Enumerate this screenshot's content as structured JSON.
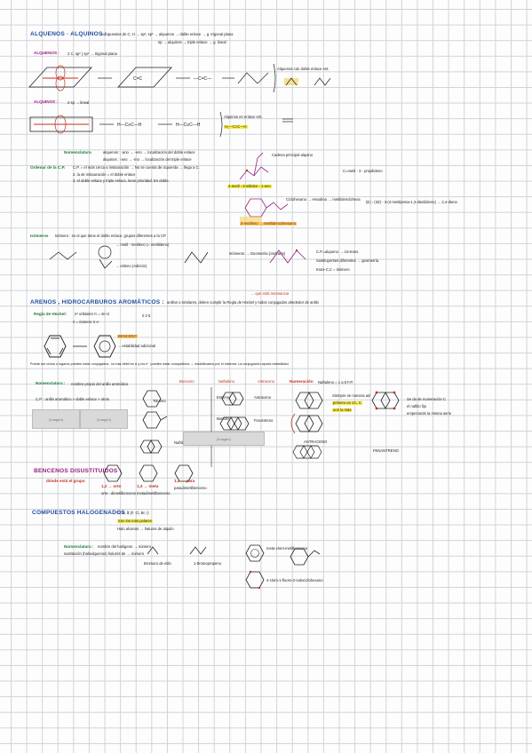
{
  "sections": {
    "alkenes_alkynes": {
      "heading": "ALQUENOS · ALQUINOS :",
      "subtitle": "compuestos de C, H → sp², sp³ → alquenos → doble enlace → g. trigonal plana",
      "subtitle_line2": "sp → alquinos → triple enlace → g. lineal",
      "alkenes_label": "ALQUENOS :",
      "alkenes_note": "2 C, sp² { sp² → trigonal plana",
      "alkenes_bracket": "Alquenos con doble enlace ent.",
      "alkynes_label": "ALQUINOS :",
      "alkynes_note": "2 sp → lineal",
      "alkynes_bracket": "Alquinos en enlace ent.",
      "nomenclature_label": "Nomenclatura",
      "nomenclature_line1": "alquenos : -ano → -eno → localización del doble enlace",
      "nomenclature_line2": "alquinos : -ano → -ino → localización del triple enlace",
      "order_label": "Ordenar de la C.P.",
      "order_text": "C.P. = el más cerca a instauración → No se cuenta de izquierda → llega a C.",
      "order_line2": "2. la de instauración = el doble enlace",
      "order_line3": "3. el doble enlace y triple enlace, tiene prioridad. En doble.",
      "principal_chain": "Cadena principal alquino",
      "propylidene": "C=metil - 3 - propilideno",
      "highlight1": "4-metil - 3-etiliden - 1-eno",
      "bracket_chain": "Ciclohexano → Hexalina → metilidenclohexa",
      "poly": "(E) - (3Z) - 3-(4-metilpenta-1,3-dienilideno) → 2,4-dieno",
      "highlight2": "d-metileno → metilidenclohexano",
      "isomer_label": "Isómeros",
      "isomer_text": "Isómero : es el que tiene el doble enlace, grupos diferentes a la CP.",
      "isomer_a": "→ metil - metileno (= metilideno)",
      "isomer_b": "→ etileno (Adición)",
      "isomer_c": "Isómeros → Geometría (cis/trans)",
      "isomer_d": "C.P.=alqueno → cis-trans",
      "isomer_e": "Sustituyentes diferentes → geometría",
      "isomer_f": "trans-C,C = isómero"
    },
    "aromatics": {
      "heading": "ARENOS , HIDROCARBUROS AROMÁTICOS :",
      "subtitle": "anillos o similares, deben cumplir la Regla de Hückel y todos conjugados alrededor de anillo",
      "note": "→ que está resonancia",
      "huckel_label": "Regla de Hückel:",
      "huckel_text": "nº orbitales π = 4n+2",
      "huckel_n": "n = número π e⁻",
      "huckel_values": "0   2   6",
      "benzene": "BENCENO",
      "benzene_note": "→ estabilidad adicional",
      "resonance_text": "Puede ser ciclos o lugares pueden estar conjugados : la más débil es π y los e⁻ pueden estar compartidos → estabilizados por el sistema. La conjugación aporta estabilidad",
      "nomenclature_label": "Nomenclatura :",
      "nomenclature_text": "nombre propio del anillo aromático",
      "cp_text": "C.P. : anillo aromático > doble enlace > otros",
      "benzene_col": "Benceno",
      "toluene": "Tolueno",
      "naphthalene_col": "Naftaleno",
      "anthracene_col": "Antraceno",
      "phenanthrene": "Fenantreno",
      "styrene": "Estireno",
      "anthracene": "Antraceno",
      "benzyl": "Bencilo",
      "naphthyl": "Naftilo",
      "numbering_label": "Numeración",
      "numbering_text": "Naftaleno = 1 a 8 F.P.",
      "priority_note": "Siempre se numera así",
      "priority_2": "primero en 1C, C",
      "priority_3": "unir la más",
      "right_note": "Se da de numeración C",
      "right_note2": "el naftilo fijo",
      "right_note3": "empezando la misma serie",
      "anthracene_label": "ANTRACENO",
      "phenanthrene_label": "FENANTRENO",
      "image_placeholder": "[imagen]"
    },
    "disubstituted": {
      "heading": "BENCENOS DISUSTITUIDOS :",
      "note": "dónde está el grupo",
      "ortho": "1,2 → orto",
      "ortho_sub": "orto - dimetilbenceno",
      "meta": "1,3 → meta",
      "meta_sub": "metadimetilbenceno",
      "para": "1,4 → para",
      "para_sub": "paradimetilbenceno"
    },
    "halides": {
      "heading": "COMPUESTOS HALOGENADOS :",
      "line1": "C, H, X (F, Cl, Br, I)",
      "line2": "Son los más polares",
      "line3": "Halo alcanos → haluros de alquilo",
      "nomenclature_label": "Nomenclatura :",
      "nomenclature_text": "nombre del halógeno → número",
      "nomenclature_text2": "sustitución (haloalquenos) halurós de → número",
      "bromo": "Bromuro de etilo",
      "bromo2": "1-bromopropeno",
      "name1": "meta-cloro-metilbenceno",
      "name2": "4-cloro-1-fluoro-2-iodociclohexano"
    }
  }
}
